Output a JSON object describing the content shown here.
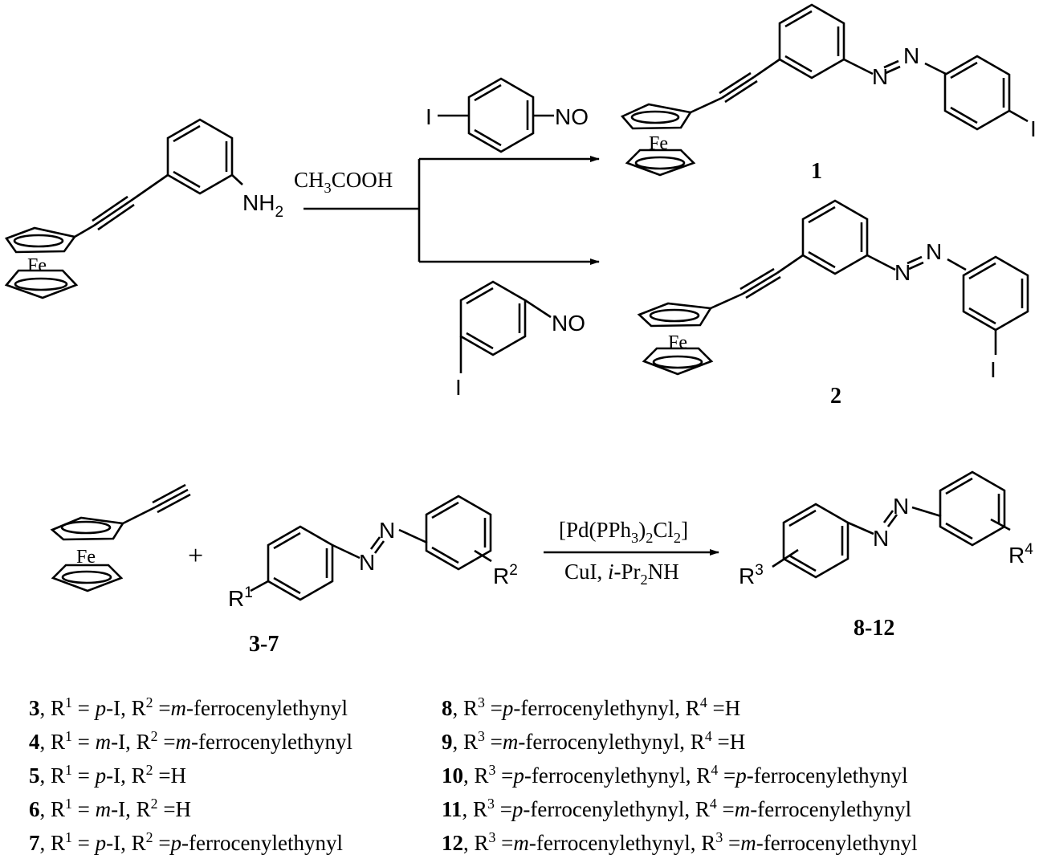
{
  "reaction1": {
    "reagent": "CH3COOH",
    "reagent_parts": [
      "CH",
      "3",
      "COOH"
    ],
    "start_amine": {
      "nh": "NH",
      "nh_sub": "2",
      "fe": "Fe"
    },
    "nitroso_para": {
      "i": "I",
      "no": "NO"
    },
    "nitroso_meta": {
      "i": "I",
      "no": "NO"
    },
    "product1": {
      "id": "1",
      "n": "N",
      "i": "I",
      "fe": "Fe"
    },
    "product2": {
      "id": "2",
      "n": "N",
      "i": "I",
      "fe": "Fe"
    }
  },
  "reaction2": {
    "ferrocene_fe": "Fe",
    "plus": "+",
    "reactant": {
      "id": "3-7",
      "n": "N",
      "r1": "R",
      "r1_sup": "1",
      "r2": "R",
      "r2_sup": "2"
    },
    "condition_top": [
      "[Pd(PPh",
      "3",
      ")",
      "2",
      "Cl",
      "2",
      "]"
    ],
    "condition_bottom": [
      "CuI, ",
      "i",
      "-Pr",
      "2",
      "NH"
    ],
    "product": {
      "id": "8-12",
      "n": "N",
      "r3": "R",
      "r3_sup": "3",
      "r4": "R",
      "r4_sup": "4"
    }
  },
  "legend_left": [
    {
      "num": "3",
      "text": ", R",
      "s1": "1",
      "t1": " = ",
      "it1": "p",
      "t2": "-I, R",
      "s2": "2",
      "t3": " =",
      "it2": "m",
      "t4": "-ferrocenylethynyl"
    },
    {
      "num": "4",
      "text": ", R",
      "s1": "1",
      "t1": " = ",
      "it1": "m",
      "t2": "-I, R",
      "s2": "2",
      "t3": " =",
      "it2": "m",
      "t4": "-ferrocenylethynyl"
    },
    {
      "num": "5",
      "text": ", R",
      "s1": "1",
      "t1": " = ",
      "it1": "p",
      "t2": "-I,  R",
      "s2": "2",
      "t3": " =H",
      "it2": "",
      "t4": ""
    },
    {
      "num": "6",
      "text": ", R",
      "s1": "1",
      "t1": " = ",
      "it1": "m",
      "t2": "-I, R",
      "s2": "2",
      "t3": " =H",
      "it2": "",
      "t4": ""
    },
    {
      "num": "7",
      "text": ", R",
      "s1": "1",
      "t1": " = ",
      "it1": "p",
      "t2": "-I, R",
      "s2": "2",
      "t3": " =",
      "it2": "p",
      "t4": "-ferrocenylethynyl"
    }
  ],
  "legend_right": [
    {
      "num": "8",
      "text": ", R",
      "s1": "3",
      "t1": " =",
      "it1": "p",
      "t2": "-ferrocenylethynyl,  R",
      "s2": "4",
      "t3": " =H",
      "it2": "",
      "t4": ""
    },
    {
      "num": "9",
      "text": ", R",
      "s1": "3",
      "t1": " =",
      "it1": "m",
      "t2": "-ferrocenylethynyl, R",
      "s2": "4",
      "t3": " =H",
      "it2": "",
      "t4": ""
    },
    {
      "num": "10",
      "text": ", R",
      "s1": "3",
      "t1": " =",
      "it1": "p",
      "t2": "-ferrocenylethynyl,  R",
      "s2": "4",
      "t3": " =",
      "it2": "p",
      "t4": "-ferrocenylethynyl"
    },
    {
      "num": "11",
      "text": ", R",
      "s1": "3",
      "t1": " =",
      "it1": "p",
      "t2": "-ferrocenylethynyl,  R",
      "s2": "4",
      "t3": " =",
      "it2": "m",
      "t4": "-ferrocenylethynyl"
    },
    {
      "num": "12",
      "text": ", R",
      "s1": "3",
      "t1": " =",
      "it1": "m",
      "t2": "-ferrocenylethynyl, R",
      "s2": "3",
      "t3": " =",
      "it2": "m",
      "t4": "-ferrocenylethynyl"
    }
  ]
}
